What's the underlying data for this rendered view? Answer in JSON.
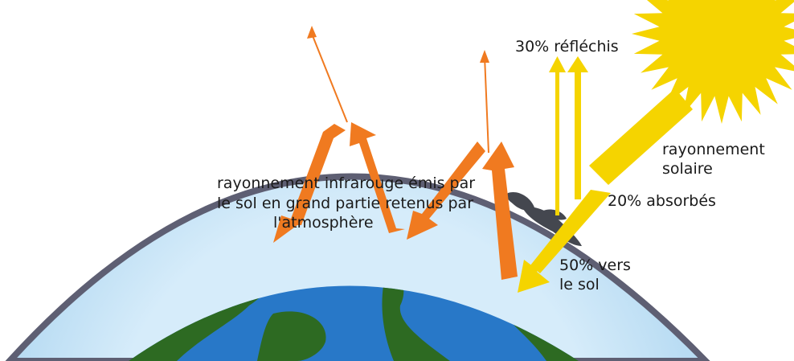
{
  "labels": {
    "reflected": "30% réfléchis",
    "solar_line1": "rayonnement",
    "solar_line2": "solaire",
    "absorbed": "20% absorbés",
    "ground_line1": "50% vers",
    "ground_line2": "le sol",
    "infrared_line1": "rayonnement infrarouge émis par",
    "infrared_line2": "le sol en grand partie retenus par",
    "infrared_line3": "l'atmosphère"
  },
  "colors": {
    "atmosphere": "#cde6f7",
    "atmosphere_rim": "#5e5f73",
    "ocean": "#2878c8",
    "land": "#2d6a22",
    "sun": "#f5d400",
    "solar_beam": "#f5d400",
    "infrared": "#f07a20",
    "cloud": "#44474f"
  }
}
